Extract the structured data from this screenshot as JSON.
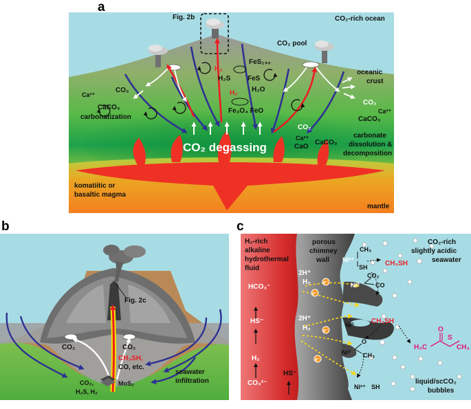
{
  "panels": {
    "a": {
      "letter": "a",
      "fig_ref": "Fig. 2b",
      "ocean": "CO₂-rich ocean",
      "co2_pool": "CO₂ pool",
      "oceanic_crust_1": "oceanic",
      "oceanic_crust_2": "crust",
      "fes1x": "FeS₁₊ₓ",
      "h2_top": "H₂",
      "h2s": "H₂S",
      "fes": "FeS",
      "h2_mid": "H₂",
      "h2o": "H₂O",
      "fe3o4": "Fe₃O₄ FeO",
      "ca_left": "Ca²⁺",
      "co2_left": "CO₂",
      "caco3_left": "CaCO₃",
      "carbonatization": "carbonatization",
      "co2_right": "CO₂",
      "ca_right": "Ca²⁺",
      "caco3_right": "CaCO₃",
      "co2_lower": "CO₂",
      "ca_lower": "Ca²⁺",
      "cao": "CaO",
      "caco3_lower": "CaCO₃",
      "carbonate_1": "carbonate",
      "carbonate_2": "dissolution &",
      "carbonate_3": "decomposition",
      "degassing": "CO₂ degassing",
      "magma_1": "komatiitic or",
      "magma_2": "basaltic magma",
      "mantle": "mantle"
    },
    "b": {
      "letter": "b",
      "fig_ref": "Fig. 2c",
      "co2_left": "CO₂",
      "co2_right": "CO₂",
      "ch3sh": "CH₃SH,",
      "co_etc": "CO, etc.",
      "co2_in": "CO₂,",
      "h2s_h2": "H₂S, H₂",
      "mos2": "MoS₂",
      "seawater_1": "seawater",
      "seawater_2": "infiltration"
    },
    "c": {
      "letter": "c",
      "fluid_1": "H₂-rich",
      "fluid_2": "alkaline",
      "fluid_3": "hydrothermal",
      "fluid_4": "fluid",
      "wall_1": "porous",
      "wall_2": "chimney",
      "wall_3": "wall",
      "sea_1": "CO₂-rich",
      "sea_2": "slightly acidic",
      "sea_3": "seawater",
      "hco3": "HCO₃⁻",
      "hs_1": "HS⁻",
      "h2": "H₂",
      "co3": "CO₃²⁻",
      "hs_2": "HS⁻",
      "twoh_1": "2H⁺",
      "h2_r1": "H₂",
      "twoh_2": "2H⁺",
      "h2_r2": "H₂",
      "ch3": "CH₃",
      "ni2_top": "Ni²⁺",
      "sh_top": "SH",
      "ch3sh_1": "CH₃SH",
      "co2_c": "CO₂",
      "co_c": "CO",
      "ni0_1": "Ni⁰",
      "ch3sh_2": "CH₃SH",
      "ni0_2": "Ni⁰",
      "o": "O",
      "ni0_3": "Ni⁰",
      "ch3_2": "CH₃",
      "ni2_bot": "Ni²⁺",
      "sh_bot": "SH",
      "thio_h3c": "H₃C",
      "thio_o": "O",
      "thio_s": "S",
      "thio_ch3": "CH₃",
      "bubbles_1": "liquid/scCO₂",
      "bubbles_2": "bubbles",
      "electron": "e⁻"
    }
  },
  "colors": {
    "ocean": "#a8dce4",
    "crust": "#8f8f8f",
    "green": "#3ab54a",
    "magma": "#ee3124",
    "mantle": "#f7941d",
    "arrow_blue": "#2e3192",
    "arrow_red": "#ed1c24",
    "fluid": "#e96a6a"
  }
}
